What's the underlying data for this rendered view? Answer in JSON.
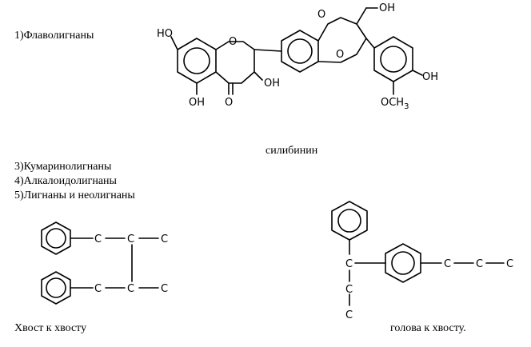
{
  "labels": {
    "item1": "1)Флаволигнаны",
    "silybinin": "силибинин",
    "item3": "3)Кумаринолигнаны",
    "item4": "4)Алкалоидолигнаны",
    "item5": "5)Лигнаны и неолигнаны",
    "tail_to_tail": "Хвост к хвосту",
    "head_to_tail": "голова к хвосту."
  },
  "atoms": {
    "ho": "HO",
    "oh": "OH",
    "o": "O",
    "och3_main": "OCH",
    "och3_sub": "3",
    "c": "C"
  }
}
